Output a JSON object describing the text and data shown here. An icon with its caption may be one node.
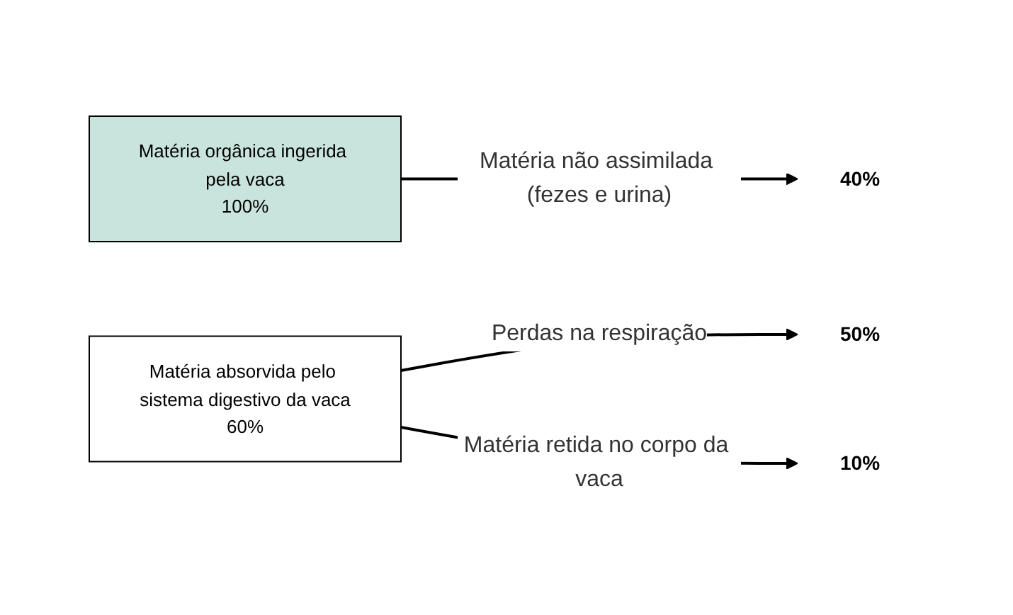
{
  "diagram": {
    "nodes": [
      {
        "text": [
          "Matéria orgânica ingerida pela vaca",
          "100%"
        ]
      },
      {
        "text": [
          "Matéria absorvida pelo sistema digestivo da vaca",
          "60%"
        ]
      },
      {
        "text": [
          "50%"
        ]
      },
      {
        "text": [
          "10%"
        ]
      },
      {
        "text": [
          "40%"
        ]
      }
    ],
    "edges": [
      {
        "from": 1,
        "to": 2,
        "arrow": "to",
        "label": "Perdas na respiração"
      },
      {
        "from": 1,
        "to": 3,
        "arrow": "to",
        "label": "Matéria retida no corpo da vaca"
      },
      {
        "from": 0,
        "to": 4,
        "arrow": "to",
        "label": "Matéria não assimilada (fezes e urina)"
      }
    ]
  }
}
